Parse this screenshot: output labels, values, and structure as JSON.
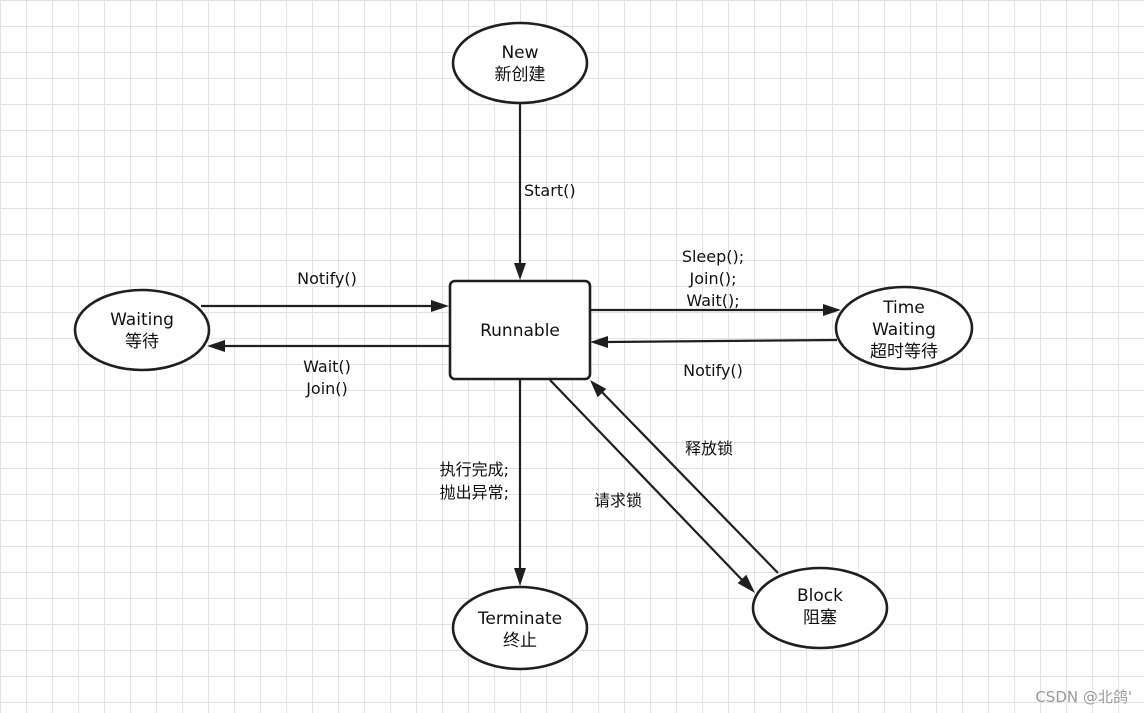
{
  "nodes": {
    "new": {
      "line1": "New",
      "line2": "新创建"
    },
    "runnable": {
      "line1": "Runnable"
    },
    "waiting": {
      "line1": "Waiting",
      "line2": "等待"
    },
    "time_waiting": {
      "line1": "Time",
      "line2": "Waiting",
      "line3": "超时等待"
    },
    "terminate": {
      "line1": "Terminate",
      "line2": "终止"
    },
    "block": {
      "line1": "Block",
      "line2": "阻塞"
    }
  },
  "edges": {
    "start": "Start()",
    "waiting_notify": "Notify()",
    "waiting_wait": "Wait()",
    "waiting_join": "Join()",
    "tw_sleep": "Sleep();",
    "tw_join": "Join();",
    "tw_wait": "Wait();",
    "tw_notify": "Notify()",
    "term_done": "执行完成;",
    "term_exception": "抛出异常;",
    "request_lock": "请求锁",
    "release_lock": "释放锁"
  },
  "watermark": "CSDN @北鸽'"
}
